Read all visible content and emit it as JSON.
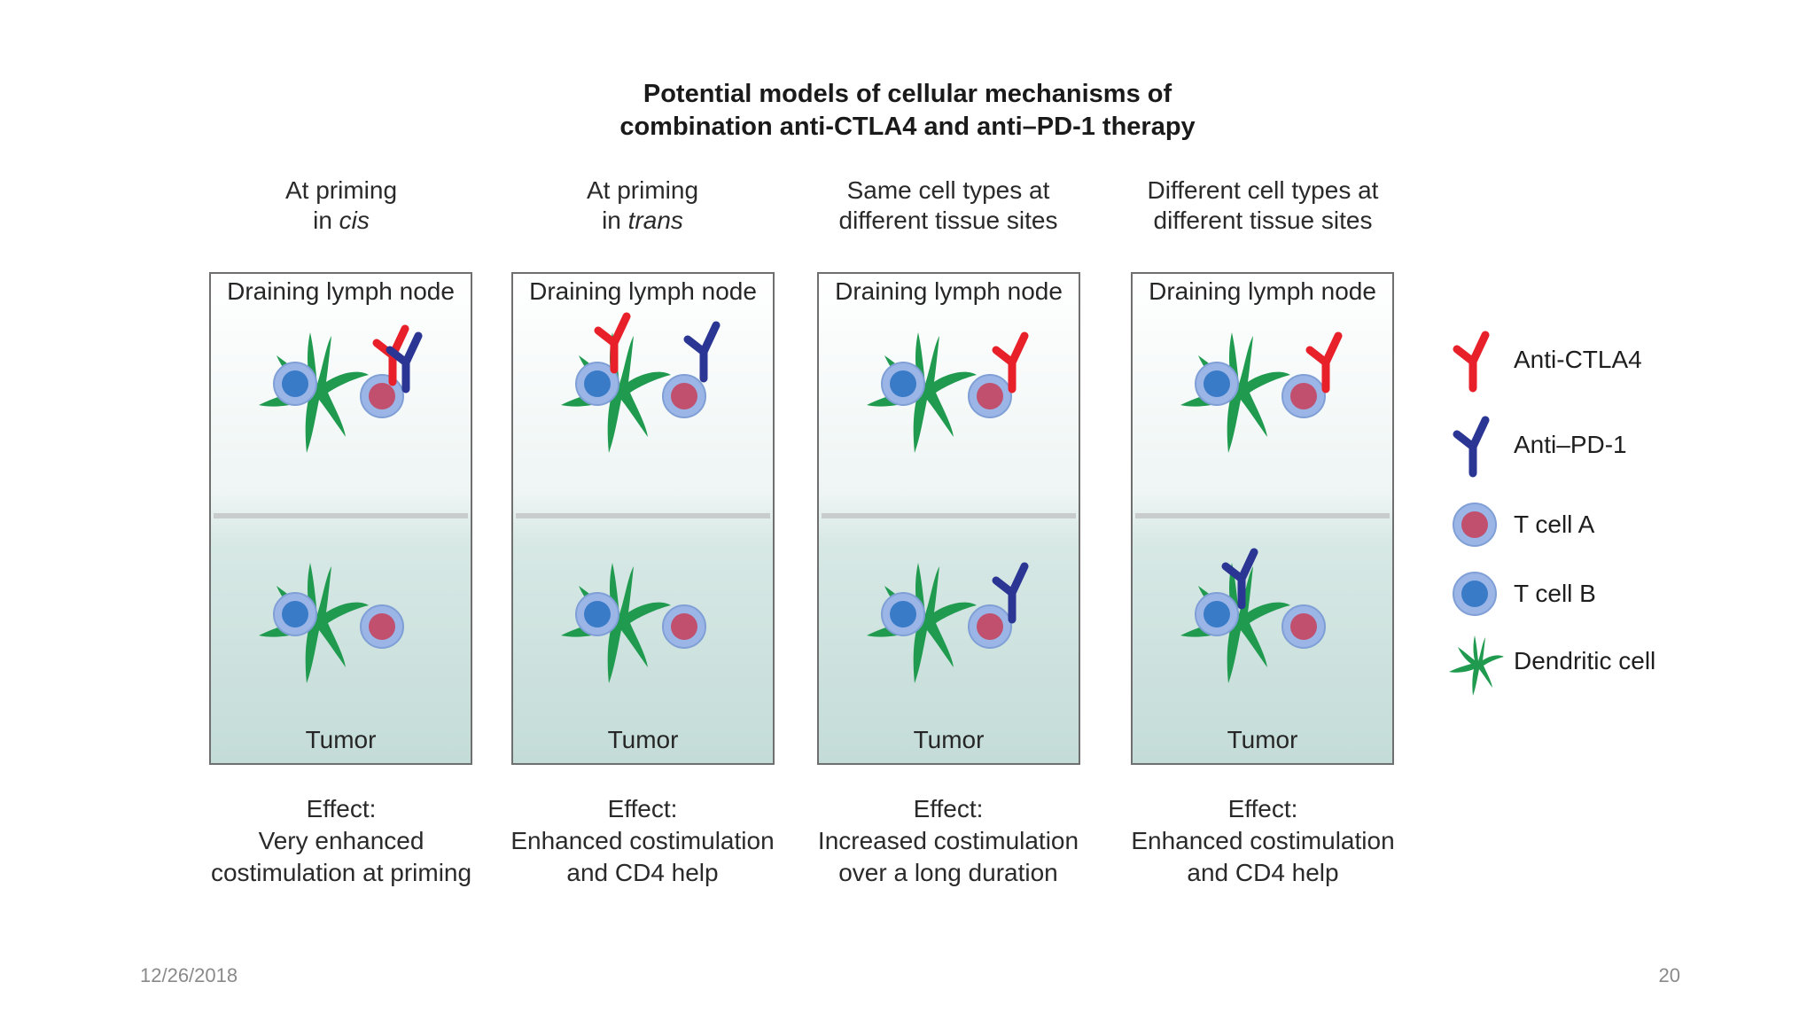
{
  "title": {
    "line1": "Potential models of cellular mechanisms of",
    "line2": "combination anti-CTLA4 and anti–PD-1 therapy"
  },
  "columns": [
    {
      "head_line1": "At priming",
      "head_line2_pre": "in ",
      "head_line2_em": "cis",
      "top_label": "Draining lymph node",
      "bottom_label": "Tumor",
      "effect_line1": "Effect:",
      "effect_line2": "Very enhanced",
      "effect_line3": "costimulation at priming"
    },
    {
      "head_line1": "At priming",
      "head_line2_pre": "in ",
      "head_line2_em": "trans",
      "top_label": "Draining lymph node",
      "bottom_label": "Tumor",
      "effect_line1": "Effect:",
      "effect_line2": "Enhanced costimulation",
      "effect_line3": "and CD4 help"
    },
    {
      "head_line1": "Same cell types at",
      "head_line2_pre": "different tissue sites",
      "head_line2_em": "",
      "top_label": "Draining lymph node",
      "bottom_label": "Tumor",
      "effect_line1": "Effect:",
      "effect_line2": "Increased costimulation",
      "effect_line3": "over a long duration"
    },
    {
      "head_line1": "Different cell types at",
      "head_line2_pre": "different tissue sites",
      "head_line2_em": "",
      "top_label": "Draining lymph node",
      "bottom_label": "Tumor",
      "effect_line1": "Effect:",
      "effect_line2": "Enhanced costimulation",
      "effect_line3": "and CD4 help"
    }
  ],
  "legend": {
    "anti_ctla4": "Anti-CTLA4",
    "anti_pd1": "Anti–PD-1",
    "t_cell_a": "T cell A",
    "t_cell_b": "T cell B",
    "dendritic_cell": "Dendritic cell"
  },
  "colors": {
    "anti_ctla4": "#e8202a",
    "anti_pd1": "#2b3593",
    "t_cell_a_core": "#c0506e",
    "t_cell_b_core": "#3a7bc8",
    "t_cell_ring": "#9bb5e6",
    "dendritic_cell": "#1f9a4e"
  },
  "footer": {
    "date": "12/26/2018",
    "page": "20"
  }
}
